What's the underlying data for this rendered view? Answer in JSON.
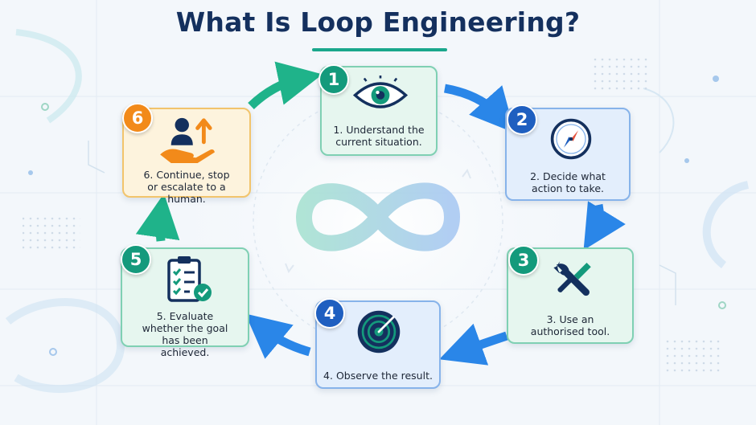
{
  "title": "What Is Loop Engineering?",
  "steps": [
    {
      "number": "1",
      "text": "1. Understand the current situation.",
      "icon": "eye-icon"
    },
    {
      "number": "2",
      "text": "2. Decide what action to take.",
      "icon": "compass-icon"
    },
    {
      "number": "3",
      "text": "3. Use an authorised tool.",
      "icon": "tools-icon"
    },
    {
      "number": "4",
      "text": "4. Observe the result.",
      "icon": "radar-icon"
    },
    {
      "number": "5",
      "text": "5. Evaluate whether the goal has been achieved.",
      "icon": "checklist-icon"
    },
    {
      "number": "6",
      "text": "6. Continue, stop or escalate to a human.",
      "icon": "person-escalate-icon"
    }
  ],
  "center_icon": "infinity-loop-icon",
  "colors": {
    "navy": "#14305e",
    "green": "#149a7c",
    "blue": "#1f5fc0",
    "orange": "#f28a1a",
    "arrow_blue": "#2a86e8",
    "arrow_green": "#1fb38a"
  }
}
